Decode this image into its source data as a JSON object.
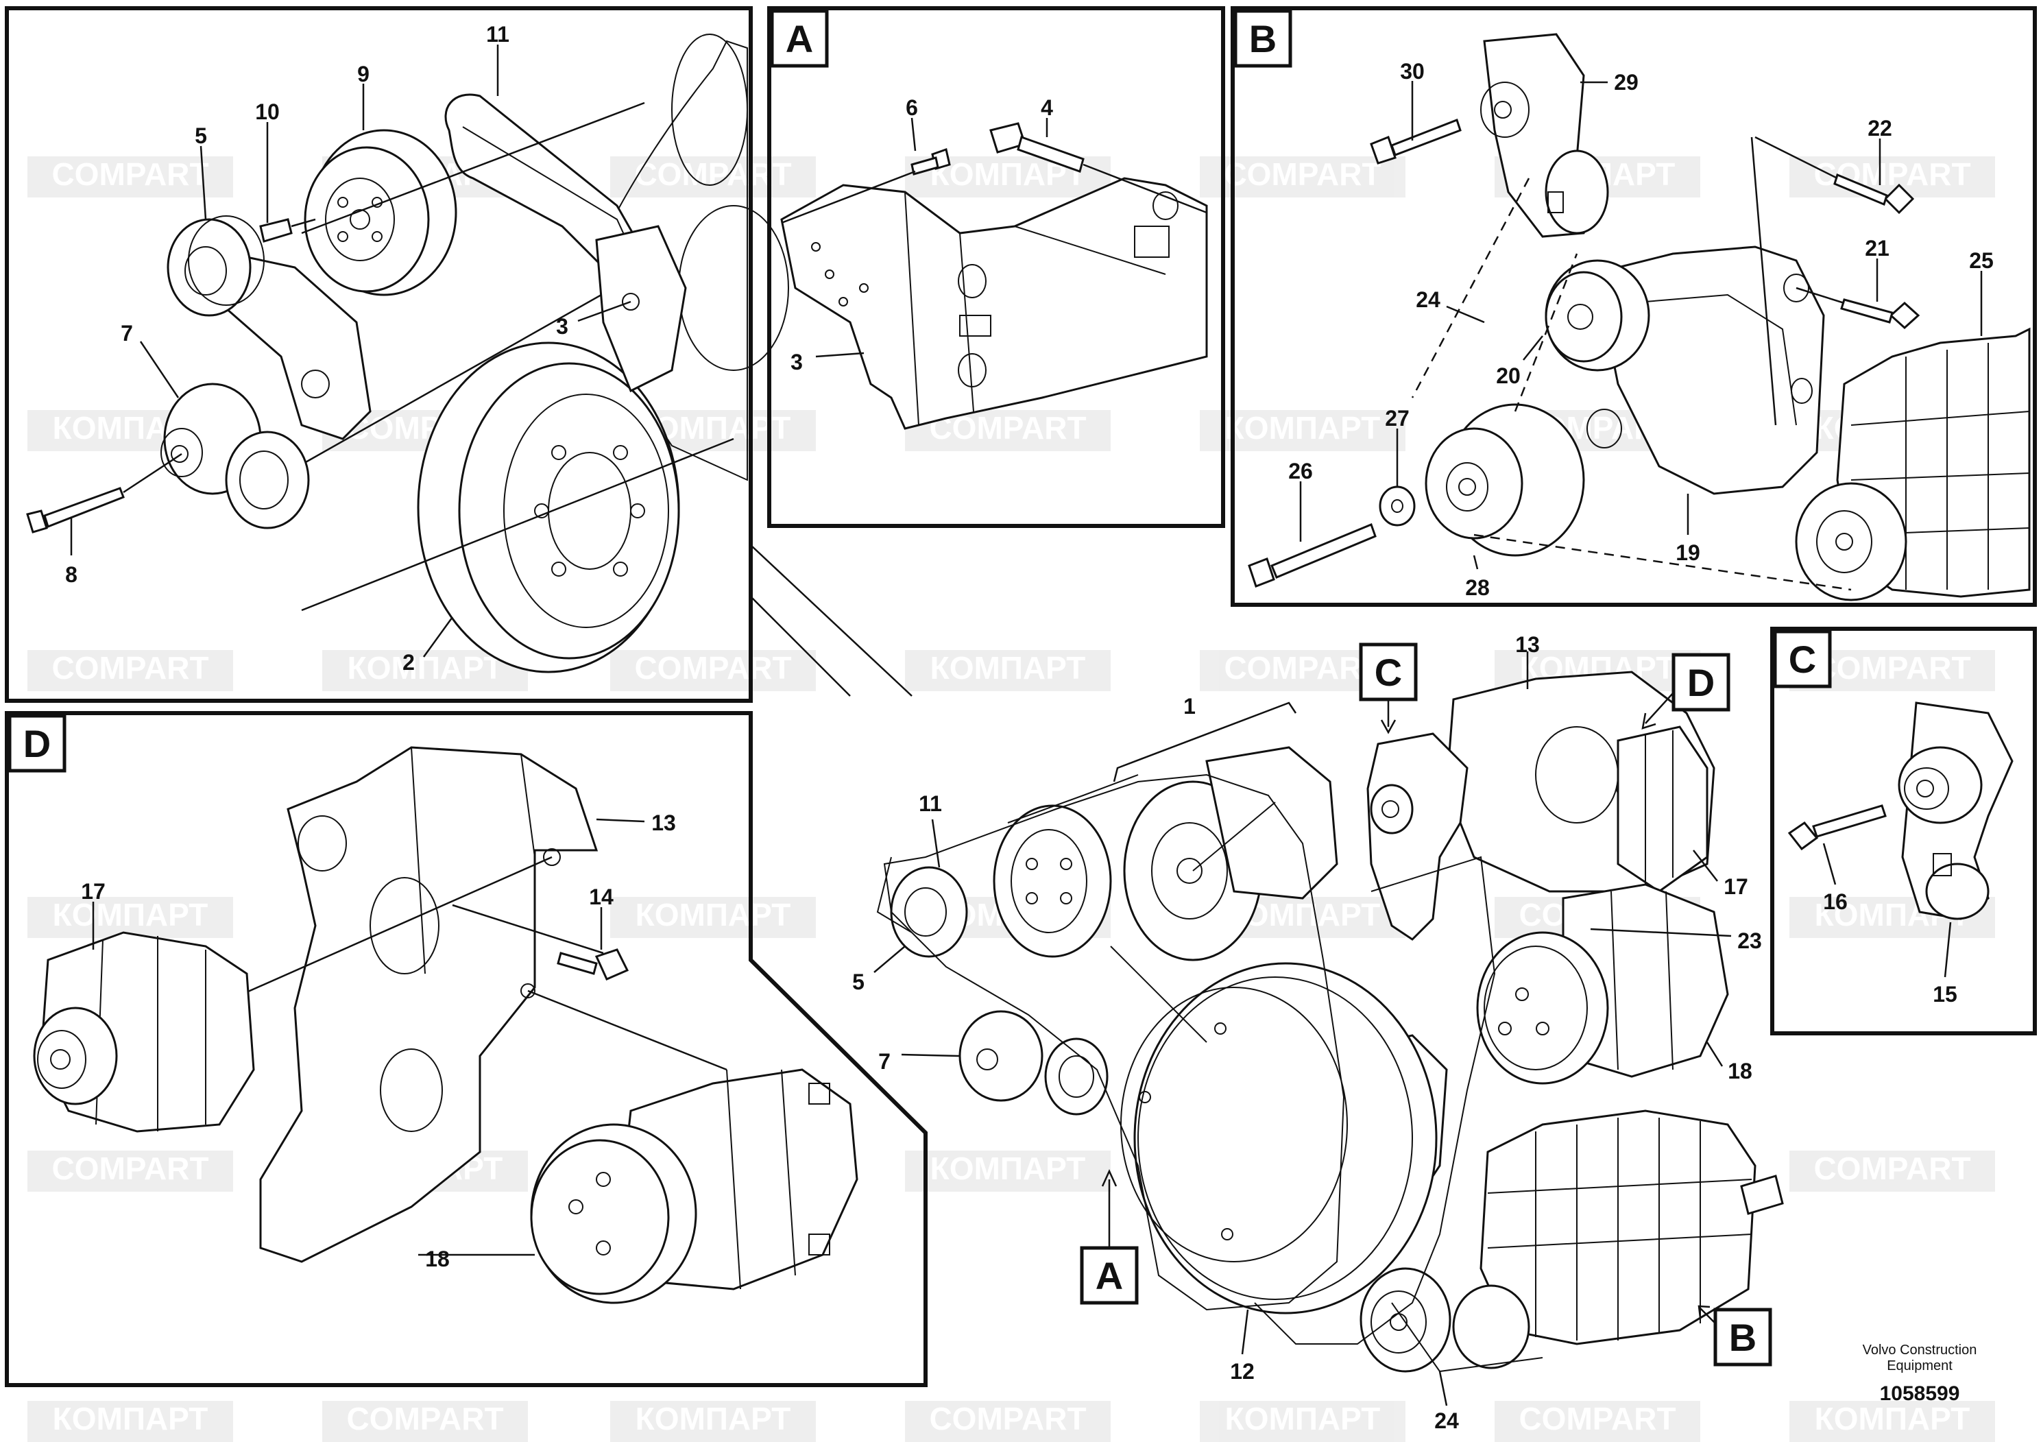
{
  "views": {
    "main": {
      "callouts": [
        "1",
        "11",
        "5",
        "7",
        "12",
        "13",
        "17",
        "23",
        "18",
        "24"
      ],
      "ref_labels": [
        "A",
        "B",
        "C",
        "D"
      ]
    },
    "detail_top_left": {
      "callouts": [
        "11",
        "9",
        "10",
        "5",
        "7",
        "8",
        "3",
        "2"
      ]
    },
    "detail_a": {
      "box_label": "A",
      "callouts": [
        "6",
        "4",
        "3"
      ]
    },
    "detail_b": {
      "box_label": "B",
      "callouts": [
        "30",
        "29",
        "22",
        "24",
        "21",
        "25",
        "20",
        "27",
        "26",
        "28",
        "19"
      ]
    },
    "detail_c": {
      "box_label": "C",
      "callouts": [
        "16",
        "15"
      ]
    },
    "detail_d": {
      "box_label": "D",
      "callouts": [
        "13",
        "17",
        "14",
        "18"
      ]
    }
  },
  "footer": {
    "maker_line1": "Volvo Construction",
    "maker_line2": "Equipment",
    "part_number": "1058599"
  },
  "watermark": {
    "texts": [
      "COMPART",
      "КОМПАРТ"
    ],
    "color": "#c8c8c8"
  },
  "colors": {
    "ink": "#111111",
    "paper": "#ffffff",
    "watermark": "#d0d0d0"
  }
}
